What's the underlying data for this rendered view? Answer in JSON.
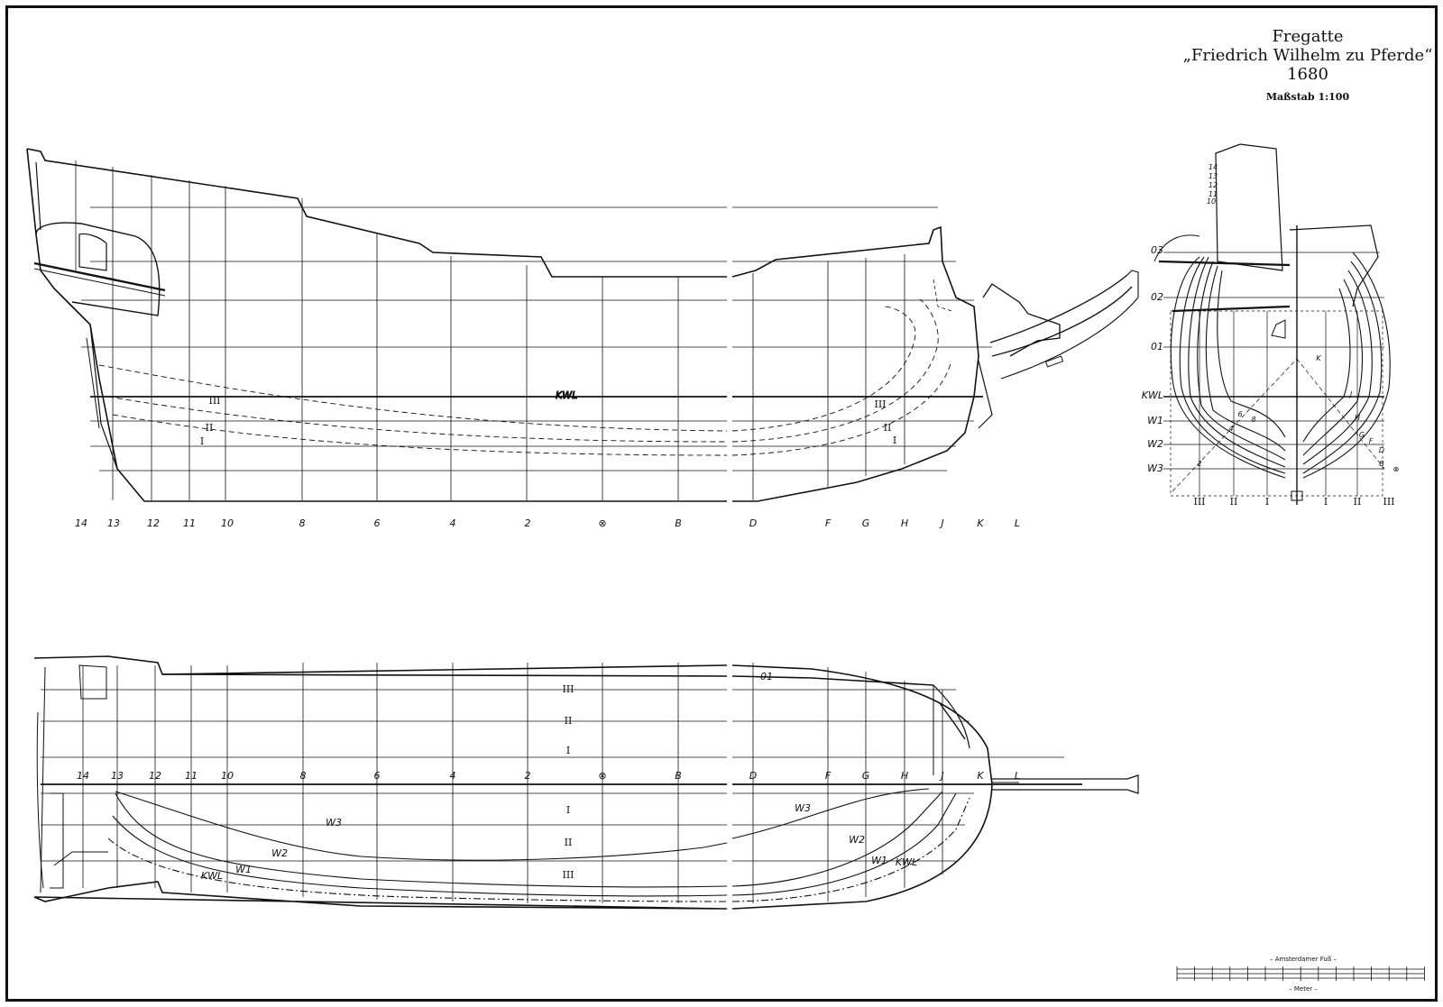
{
  "title": {
    "line1": "Fregatte",
    "line2": "„Friedrich Wilhelm zu Pferde“",
    "line3": "1680",
    "scale": "Maßstab 1:100"
  },
  "profile": {
    "station_labels": [
      "14",
      "13",
      "12",
      "11",
      "10",
      "8",
      "6",
      "4",
      "2",
      "⊗",
      "B",
      "D",
      "F",
      "G",
      "H",
      "J",
      "K",
      "L"
    ],
    "kwl_label": "KWL",
    "buttock_labels": [
      "III",
      "II",
      "I"
    ]
  },
  "body_plan": {
    "waterlines": [
      "03",
      "02",
      "01",
      "KWL",
      "W1",
      "W2",
      "W3"
    ],
    "buttocks": [
      "III",
      "II",
      "I",
      "I",
      "II",
      "III"
    ],
    "after_stations": [
      "14",
      "13",
      "12",
      "11",
      "10",
      "8",
      "6",
      "4",
      "2"
    ],
    "fore_stations": [
      "K",
      "J",
      "H",
      "G",
      "F",
      "D",
      "B",
      "⊗"
    ]
  },
  "half_breadth": {
    "station_labels": [
      "14",
      "13",
      "12",
      "11",
      "10",
      "8",
      "6",
      "4",
      "2",
      "⊗",
      "B",
      "D",
      "F",
      "G",
      "H",
      "J",
      "K",
      "L"
    ],
    "buttock_labels": [
      "III",
      "II",
      "I",
      "I",
      "II",
      "III"
    ],
    "waterline_labels": [
      "01",
      "W3",
      "W2",
      "W1",
      "KWL",
      "W3",
      "W2",
      "W1",
      "KWL"
    ]
  },
  "scale_bar": {
    "top_label": "– Amsterdamer Fuß –",
    "bottom_label": "– Meter –"
  }
}
